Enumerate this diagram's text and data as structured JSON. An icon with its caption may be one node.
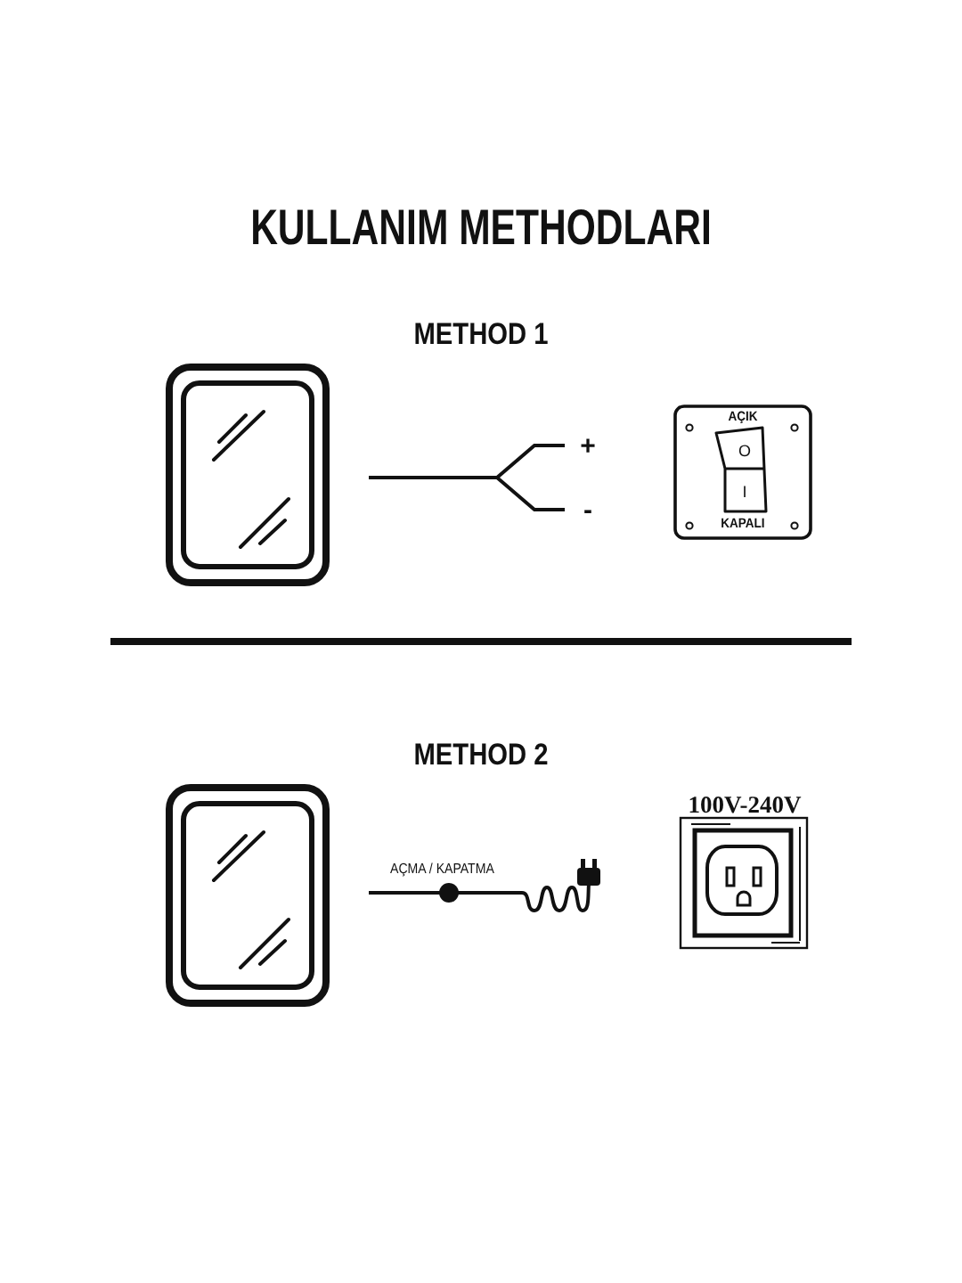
{
  "diagram": {
    "title": "KULLANIM METHODLARI",
    "nodes": [
      {
        "text": [
          "AÇIK",
          "O",
          "I",
          "KAPALI"
        ]
      },
      {
        "text": [
          "100V-240V"
        ]
      }
    ],
    "labels": [
      "METHOD 1",
      "+",
      "-",
      "METHOD 2",
      "AÇMA / KAPATMA"
    ]
  }
}
